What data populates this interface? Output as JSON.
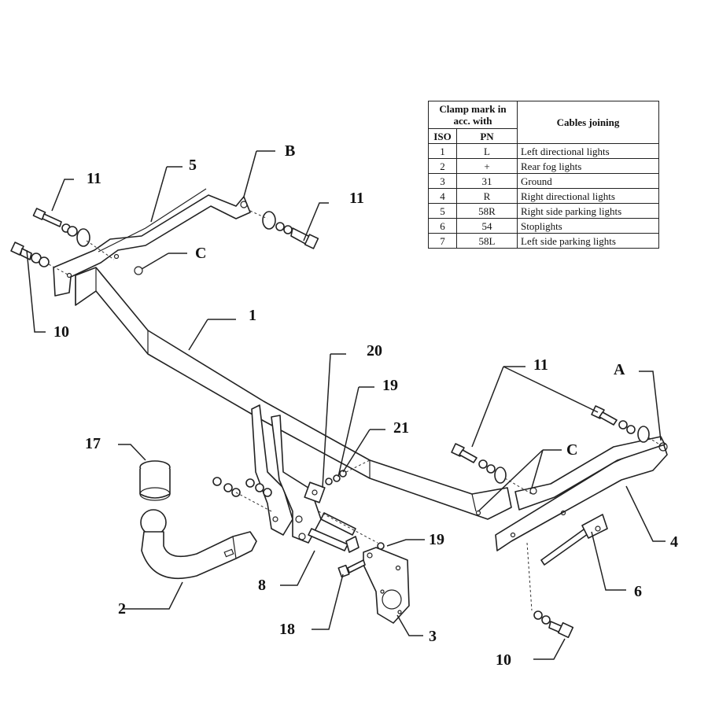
{
  "labels": {
    "n1": "1",
    "n2": "2",
    "n3": "3",
    "n4": "4",
    "n5": "5",
    "n6": "6",
    "n8": "8",
    "n10a": "10",
    "n10b": "10",
    "n11a": "11",
    "n11b": "11",
    "n11c": "11",
    "n17": "17",
    "n18": "18",
    "n19a": "19",
    "n19b": "19",
    "n20": "20",
    "n21": "21",
    "A": "A",
    "B": "B",
    "C1": "C",
    "C2": "C"
  },
  "table": {
    "header_clamp": "Clamp mark in acc. with",
    "header_iso": "ISO",
    "header_pn": "PN",
    "header_cables": "Cables joining",
    "rows": [
      {
        "iso": "1",
        "pn": "L",
        "desc": "Left directional lights"
      },
      {
        "iso": "2",
        "pn": "+",
        "desc": "Rear fog lights"
      },
      {
        "iso": "3",
        "pn": "31",
        "desc": "Ground"
      },
      {
        "iso": "4",
        "pn": "R",
        "desc": "Right directional lights"
      },
      {
        "iso": "5",
        "pn": "58R",
        "desc": "Right side parking lights"
      },
      {
        "iso": "6",
        "pn": "54",
        "desc": "Stoplights"
      },
      {
        "iso": "7",
        "pn": "58L",
        "desc": "Left side parking lights"
      }
    ]
  }
}
